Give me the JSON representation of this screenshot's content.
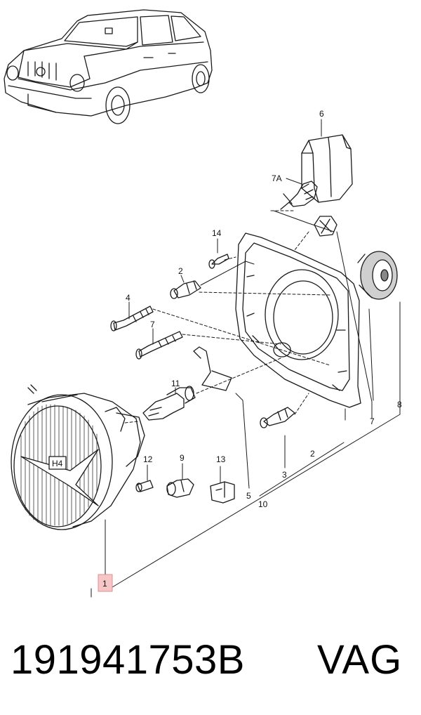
{
  "diagram": {
    "callouts": [
      "6",
      "7A",
      "14",
      "2",
      "4",
      "7",
      "11",
      "5",
      "8",
      "7",
      "2",
      "3",
      "12",
      "9",
      "13",
      "10",
      "1"
    ],
    "headlamp_label": "H4",
    "highlight_color": "#f2a7a7"
  },
  "footer": {
    "part_number": "191941753B",
    "brand": "VAG"
  },
  "colors": {
    "line": "#1a1a1a",
    "background": "#ffffff"
  }
}
